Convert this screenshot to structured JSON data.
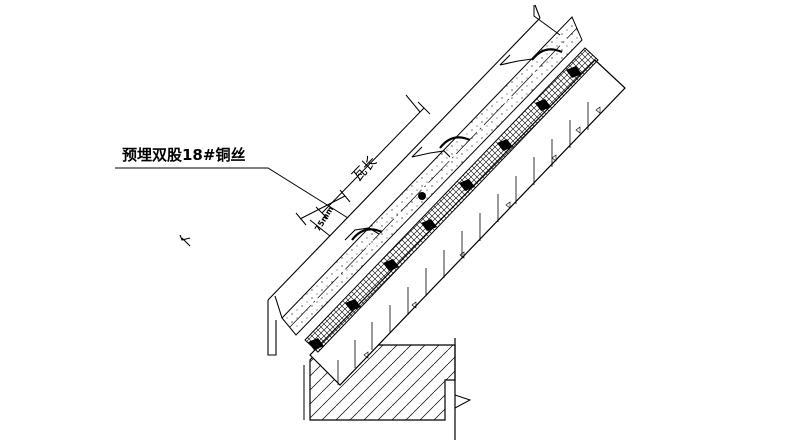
{
  "labels": {
    "wire_callout": "预埋双股18#铜丝",
    "tile_length": "瓦长",
    "dimension_75": "75mm"
  },
  "colors": {
    "line": "#000000",
    "background": "#ffffff"
  }
}
